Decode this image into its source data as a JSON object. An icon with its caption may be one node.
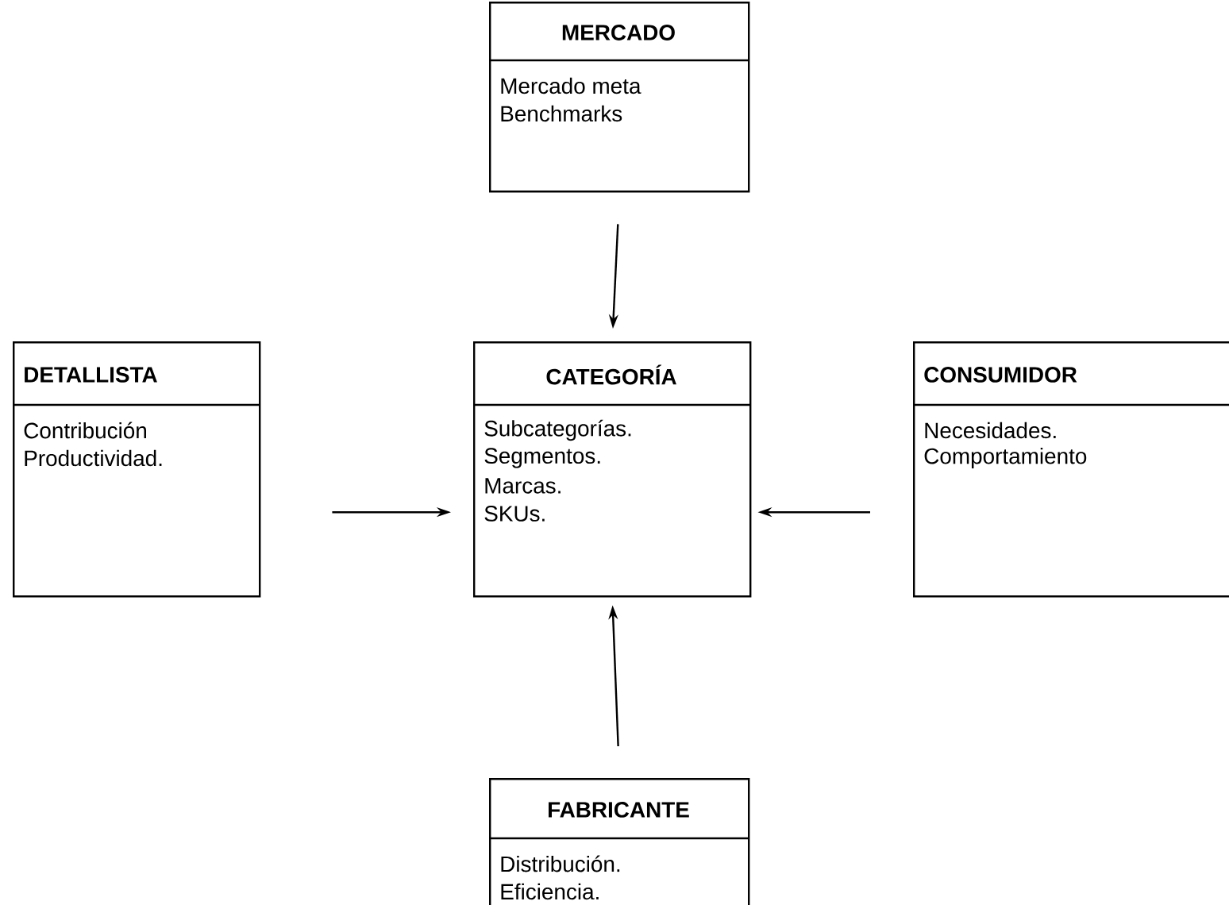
{
  "diagram": {
    "nodes": [
      {
        "text": [
          "MERCADO",
          "Mercado meta",
          "Benchmarks"
        ]
      },
      {
        "text": [
          "DETALLISTA",
          "Contribución",
          "Productividad."
        ]
      },
      {
        "text": [
          "CATEGORÍA",
          "Subcategorías.",
          "Segmentos.",
          "Marcas.",
          "SKUs."
        ]
      },
      {
        "text": [
          "CONSUMIDOR",
          "Necesidades.",
          "Comportamiento"
        ]
      },
      {
        "text": [
          "FABRICANTE",
          "Distribución.",
          "Eficiencia."
        ]
      }
    ],
    "edges": [
      {
        "from": 0,
        "to": 2,
        "arrow": "to"
      },
      {
        "from": 1,
        "to": 2,
        "arrow": "to"
      },
      {
        "from": 3,
        "to": 2,
        "arrow": "to"
      },
      {
        "from": 4,
        "to": 2,
        "arrow": "to"
      }
    ]
  }
}
